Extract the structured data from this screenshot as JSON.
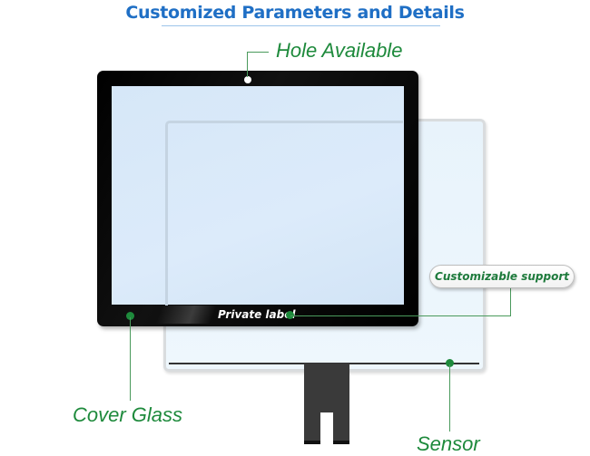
{
  "title": "Customized Parameters and Details",
  "labels": {
    "hole": "Hole Available",
    "support": "Customizable support",
    "private_label": "Private label",
    "cover_glass": "Cover Glass",
    "sensor": "Sensor"
  },
  "colors": {
    "title": "#1f6fc5",
    "label_green": "#1e8a3c",
    "frame": "#000000",
    "glass": "#d6e7f8",
    "sensor": "#eaf5fc",
    "fpc": "#3a3a3a"
  }
}
